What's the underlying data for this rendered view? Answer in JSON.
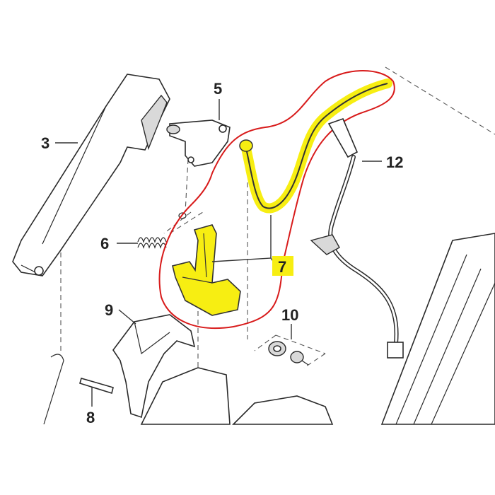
{
  "callouts": {
    "c3": "3",
    "c5": "5",
    "c6": "6",
    "c7": "7",
    "c8": "8",
    "c9": "9",
    "c10": "10",
    "c12": "12"
  },
  "colors": {
    "highlight_yellow": "#f7ee12",
    "outline_red": "#d81b1b",
    "line": "#2a2a2a"
  }
}
